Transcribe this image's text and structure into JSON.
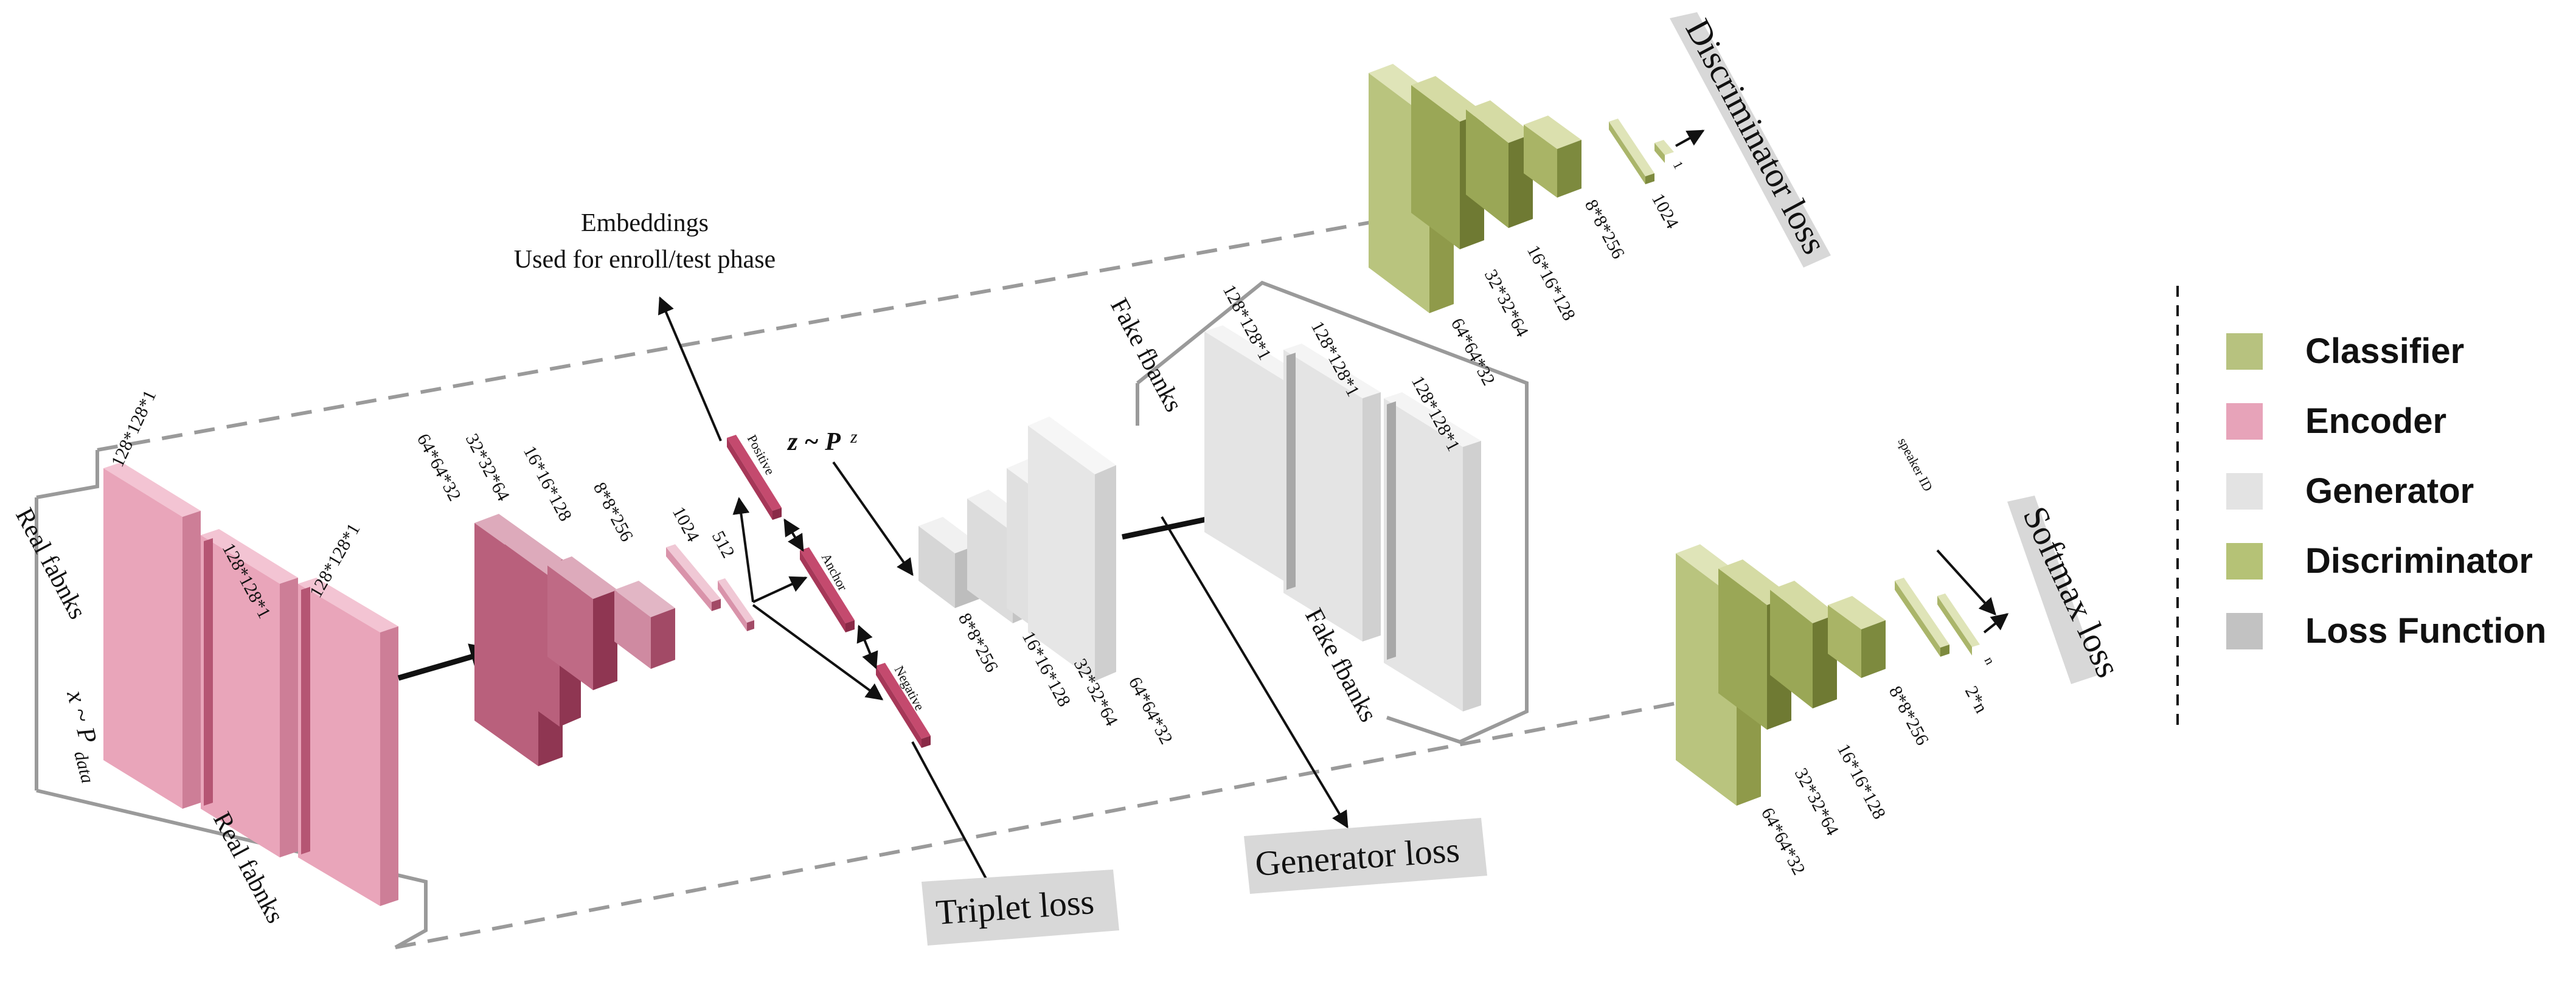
{
  "colors": {
    "classifier": "#b7c27f",
    "encoder": "#e7a3b9",
    "generator": "#e3e3e3",
    "discriminator": "#b5c276",
    "loss_function": "#c2c2c2",
    "encoder_dark": "#a6455f",
    "green_dark": "#7d8a3e",
    "gray_dark": "#a8a8a8",
    "frame": "#9a9a9a"
  },
  "inputs": {
    "real_left": "Real fabnks",
    "real_bottom": "Real fabnks",
    "x_dist": "x ~ P",
    "x_dist_sub": "data",
    "z_dist": "z ~ P",
    "z_dist_sub": "z",
    "fake_top": "Fake fbanks",
    "fake_bottom": "Fake fbanks"
  },
  "embeddings": {
    "line1": "Embeddings",
    "line2": "Used for enroll/test phase"
  },
  "encoder": {
    "input_dims": [
      "128*128*1",
      "128*128*1",
      "128*128*1"
    ],
    "dims": [
      "64*64*32",
      "32*32*64",
      "16*16*128",
      "8*8*256",
      "1024",
      "512"
    ],
    "triplet": [
      "Positive",
      "Anchor",
      "Negative"
    ]
  },
  "generator": {
    "dims": [
      "8*8*256",
      "16*16*128",
      "32*32*64",
      "64*64*32"
    ],
    "output_dims": [
      "128*128*1",
      "128*128*1",
      "128*128*1"
    ]
  },
  "discriminator": {
    "dims": [
      "64*64*32",
      "32*32*64",
      "16*16*128",
      "8*8*256",
      "1024",
      "1"
    ]
  },
  "classifier": {
    "dims": [
      "64*64*32",
      "32*32*64",
      "16*16*128",
      "8*8*256",
      "2*n",
      "n"
    ],
    "speaker_id": "speaker ID"
  },
  "losses": {
    "triplet": "Triplet loss",
    "generator": "Generator loss",
    "discriminator": "Discriminator loss",
    "softmax": "Softmax loss"
  },
  "legend": [
    {
      "label": "Classifier",
      "color": "#b7c27f"
    },
    {
      "label": "Encoder",
      "color": "#e7a3b9"
    },
    {
      "label": "Generator",
      "color": "#e3e3e3"
    },
    {
      "label": "Discriminator",
      "color": "#b5c276"
    },
    {
      "label": "Loss Function",
      "color": "#c2c2c2"
    }
  ]
}
